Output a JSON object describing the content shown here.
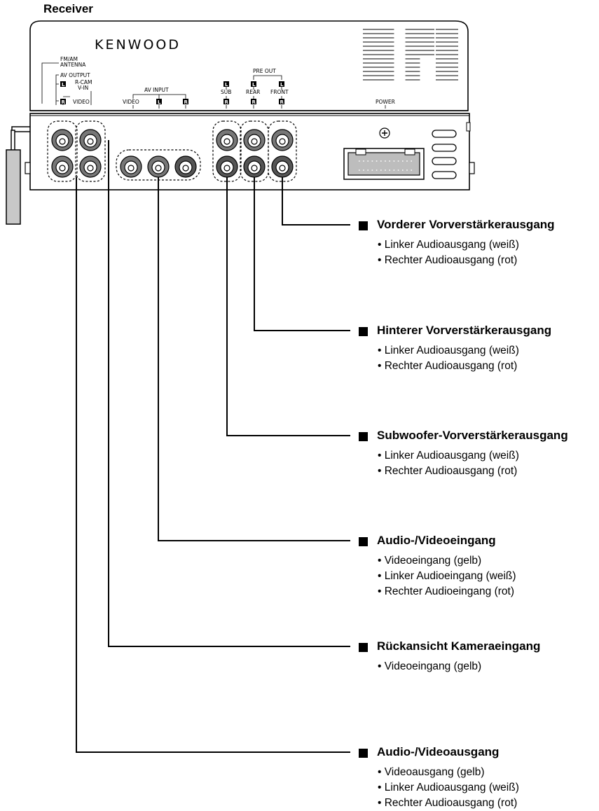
{
  "title": "Receiver",
  "device": {
    "brand": "KENWOOD",
    "labels": {
      "fm_am_antenna_1": "FM/AM",
      "fm_am_antenna_2": "ANTENNA",
      "av_output": "AV OUTPUT",
      "r_cam": "R-CAM",
      "v_in": "V-IN",
      "video": "VIDEO",
      "av_input": "AV INPUT",
      "video_in": "VIDEO",
      "pre_out": "PRE OUT",
      "sub": "SUB",
      "rear": "REAR",
      "front": "FRONT",
      "power": "POWER",
      "left": "L",
      "right": "R"
    }
  },
  "sections": [
    {
      "title": "Vorderer Vorverstärkerausgang",
      "items": [
        "Linker Audioausgang (weiß)",
        "Rechter Audioausgang (rot)"
      ]
    },
    {
      "title": "Hinterer Vorverstärkerausgang",
      "items": [
        "Linker Audioausgang (weiß)",
        "Rechter Audioausgang (rot)"
      ]
    },
    {
      "title": "Subwoofer-Vorverstärkerausgang",
      "items": [
        "Linker Audioausgang (weiß)",
        "Rechter Audioausgang (rot)"
      ]
    },
    {
      "title": "Audio-/Videoeingang",
      "items": [
        "Videoeingang (gelb)",
        "Linker Audioeingang (weiß)",
        "Rechter Audioeingang (rot)"
      ]
    },
    {
      "title": "Rückansicht Kameraeingang",
      "items": [
        "Videoeingang (gelb)"
      ]
    },
    {
      "title": "Audio-/Videoausgang",
      "items": [
        "Videoausgang (gelb)",
        "Linker Audioausgang (weiß)",
        "Rechter Audioausgang (rot)"
      ]
    }
  ]
}
